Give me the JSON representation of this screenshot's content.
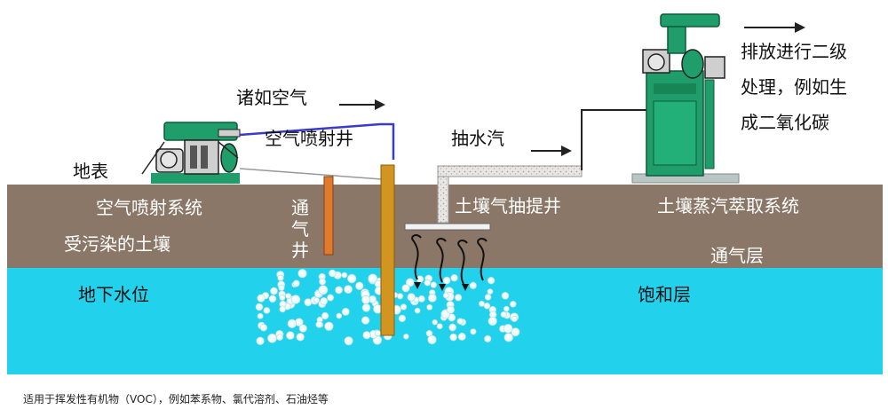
{
  "labels": {
    "ground_surface": "地表",
    "air_sparging_system": "空气喷射系统",
    "contaminated_soil": "受污染的土壤",
    "groundwater_table": "地下水位",
    "such_as_air": "诸如空气",
    "air_sparging_well": "空气喷射井",
    "vent_well": "通气井",
    "extract_vapor": "抽水汽",
    "soil_vapor_extraction_well": "土壤气抽提井",
    "discharge_line1": "排放进行二级",
    "discharge_line2": "处理，例如生",
    "discharge_line3": "成二氧化碳",
    "svе_system": "土壤蒸汽萃取系统",
    "vadose_zone": "通气层",
    "saturated_zone": "饱和层"
  },
  "caption": "适用于挥发性有机物（VOC），例如苯系物、氯代溶剂、石油烃等",
  "colors": {
    "soil": "#8a7767",
    "water": "#22d2ec",
    "well": "#d2951f",
    "vent": "#e07a2c",
    "machine_green": "#1f9e6b",
    "pipe": "#3a3acb"
  }
}
